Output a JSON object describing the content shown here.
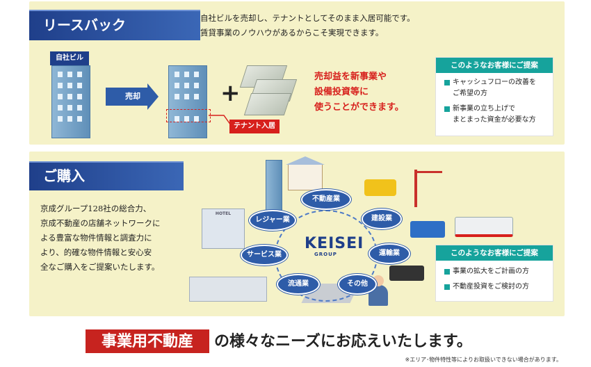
{
  "leaseback": {
    "title": "リースバック",
    "desc_line1": "自社ビルを売却し、テナントとしてそのまま入居可能です。",
    "desc_line2": "賃貸事業のノウハウがあるからこそ実現できます。",
    "own_building_label": "自社ビル",
    "sale_arrow_label": "売却",
    "plus_sign": "+",
    "tenant_label": "テナント入居",
    "benefit_line1": "売却益を新事業や",
    "benefit_line2": "設備投資等に",
    "benefit_line3": "使うことができます。",
    "offer_header": "このようなお客様にご提案",
    "offer_item1_line1": "キャッシュフローの改善を",
    "offer_item1_line2": "ご希望の方",
    "offer_item2_line1": "新事業の立ち上げで",
    "offer_item2_line2": "まとまった資金が必要な方"
  },
  "purchase": {
    "title": "ご購入",
    "desc_line1": "京成グループ128社の総合力、",
    "desc_line2": "京成不動産の店舗ネットワークに",
    "desc_line3": "よる豊富な物件情報と調査力に",
    "desc_line4": "より、的確な物件情報と安心安",
    "desc_line5": "全なご購入をご提案いたします。",
    "nodes": {
      "real_estate": "不動産業",
      "construction": "建設業",
      "transport": "運輸業",
      "other": "その他",
      "distribution": "流通業",
      "service": "サービス業",
      "leisure": "レジャー業"
    },
    "logo_text": "KEISEI",
    "logo_sub": "GROUP",
    "hotel_sign": "HOTEL",
    "offer_header": "このようなお客様にご提案",
    "offer_item1": "事業の拡大をご計画の方",
    "offer_item2": "不動産投資をご検討の方"
  },
  "footer": {
    "highlight": "事業用不動産",
    "rest": "の様々なニーズにお応えいたします。",
    "note": "※エリア･物件特性等によりお取扱いできない場合があります。"
  },
  "colors": {
    "panel_bg": "#f5f2c8",
    "navy": "#1f3f8a",
    "accent_red": "#d7201c",
    "teal": "#16a39c"
  }
}
